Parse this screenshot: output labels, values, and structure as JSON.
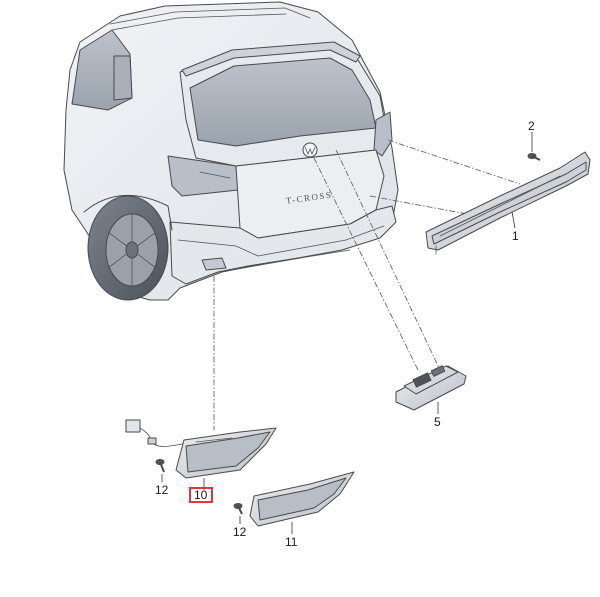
{
  "callouts": {
    "part_1": "1",
    "part_2": "2",
    "part_5": "5",
    "part_10": "10",
    "part_11": "11",
    "part_12_left": "12",
    "part_12_right": "12"
  },
  "vehicle_badge": "T-CROSS",
  "highlight_color": "#e8323c",
  "icons": {
    "vehicle": "suv-rear-view",
    "brake_light": "third-brake-light",
    "screw": "screw",
    "plate_light": "license-plate-light",
    "reflector": "rear-reflector"
  }
}
